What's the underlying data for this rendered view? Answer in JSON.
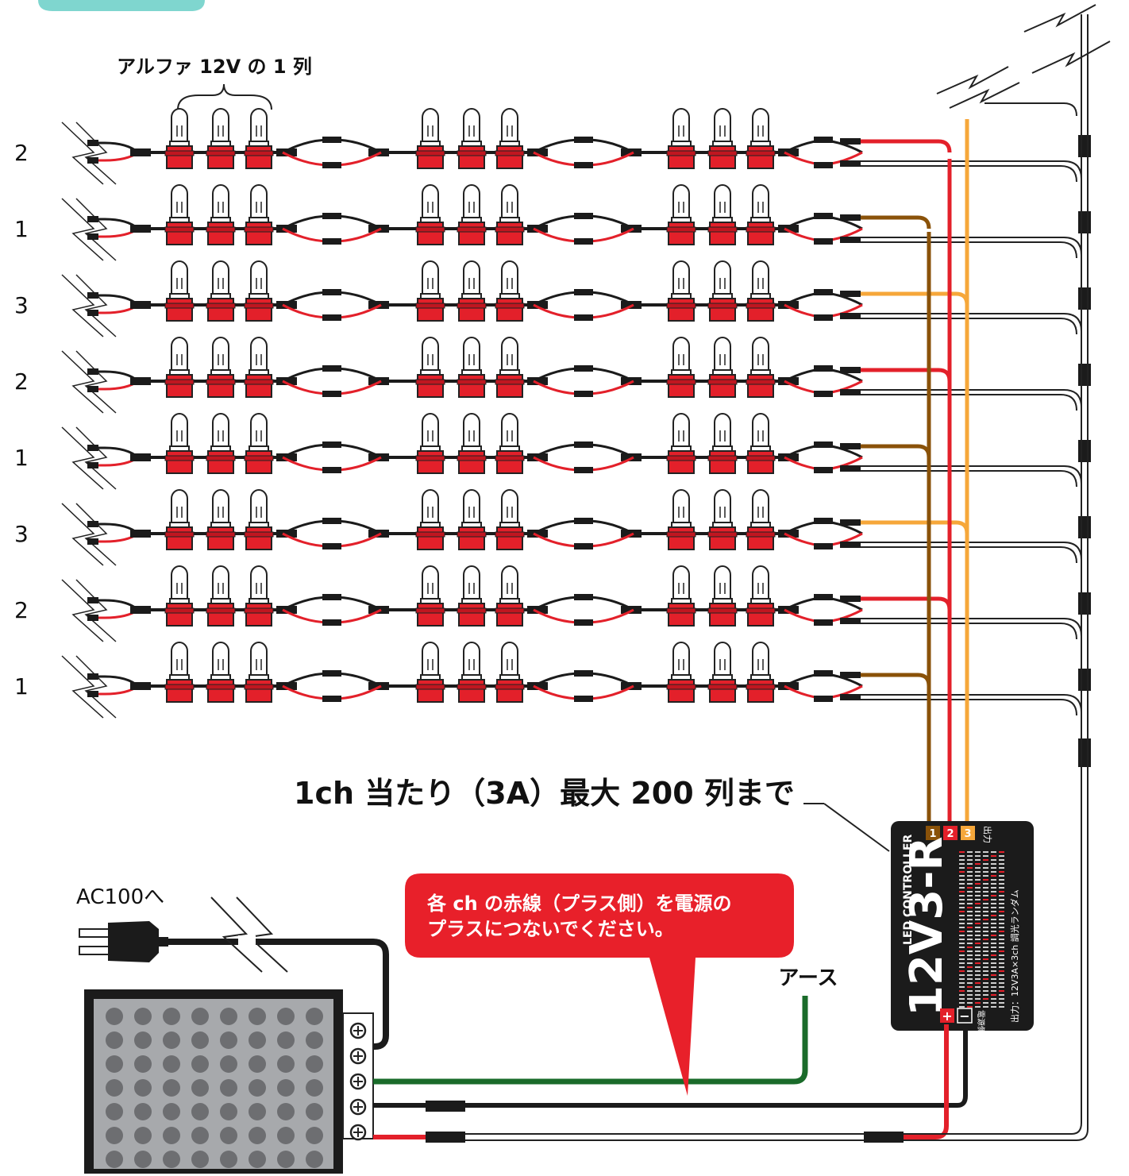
{
  "group_label": "アルファ 12V の 1 列",
  "row_channels": [
    "2",
    "1",
    "3",
    "2",
    "1",
    "3",
    "2",
    "1"
  ],
  "capacity_note": "1ch 当たり（3A）最大 200 列まで",
  "ac_label": "AC100へ",
  "callout": {
    "line1": "各 ch の赤線（プラス側）を電源の",
    "line2": "プラスにつないでください。"
  },
  "earth_label": "アース",
  "controller": {
    "brand_line": "LED CONTROLLER",
    "model": "12V3-R",
    "spec_line": "出力：12V3A×3ch 調光ランダム",
    "output_label": "出力",
    "output_channels": [
      "1",
      "2",
      "3"
    ],
    "input_label": "電源側入力",
    "plus_terminal": "+",
    "minus_terminal": "−"
  },
  "colors": {
    "ch1": "#8a5209",
    "ch2": "#e3202a",
    "ch3": "#f6a73a",
    "red_wire": "#e3202a",
    "callout_bg": "#e8202a",
    "header_tab": "#7fd6cf",
    "earth_wire": "#1a6b2a"
  }
}
